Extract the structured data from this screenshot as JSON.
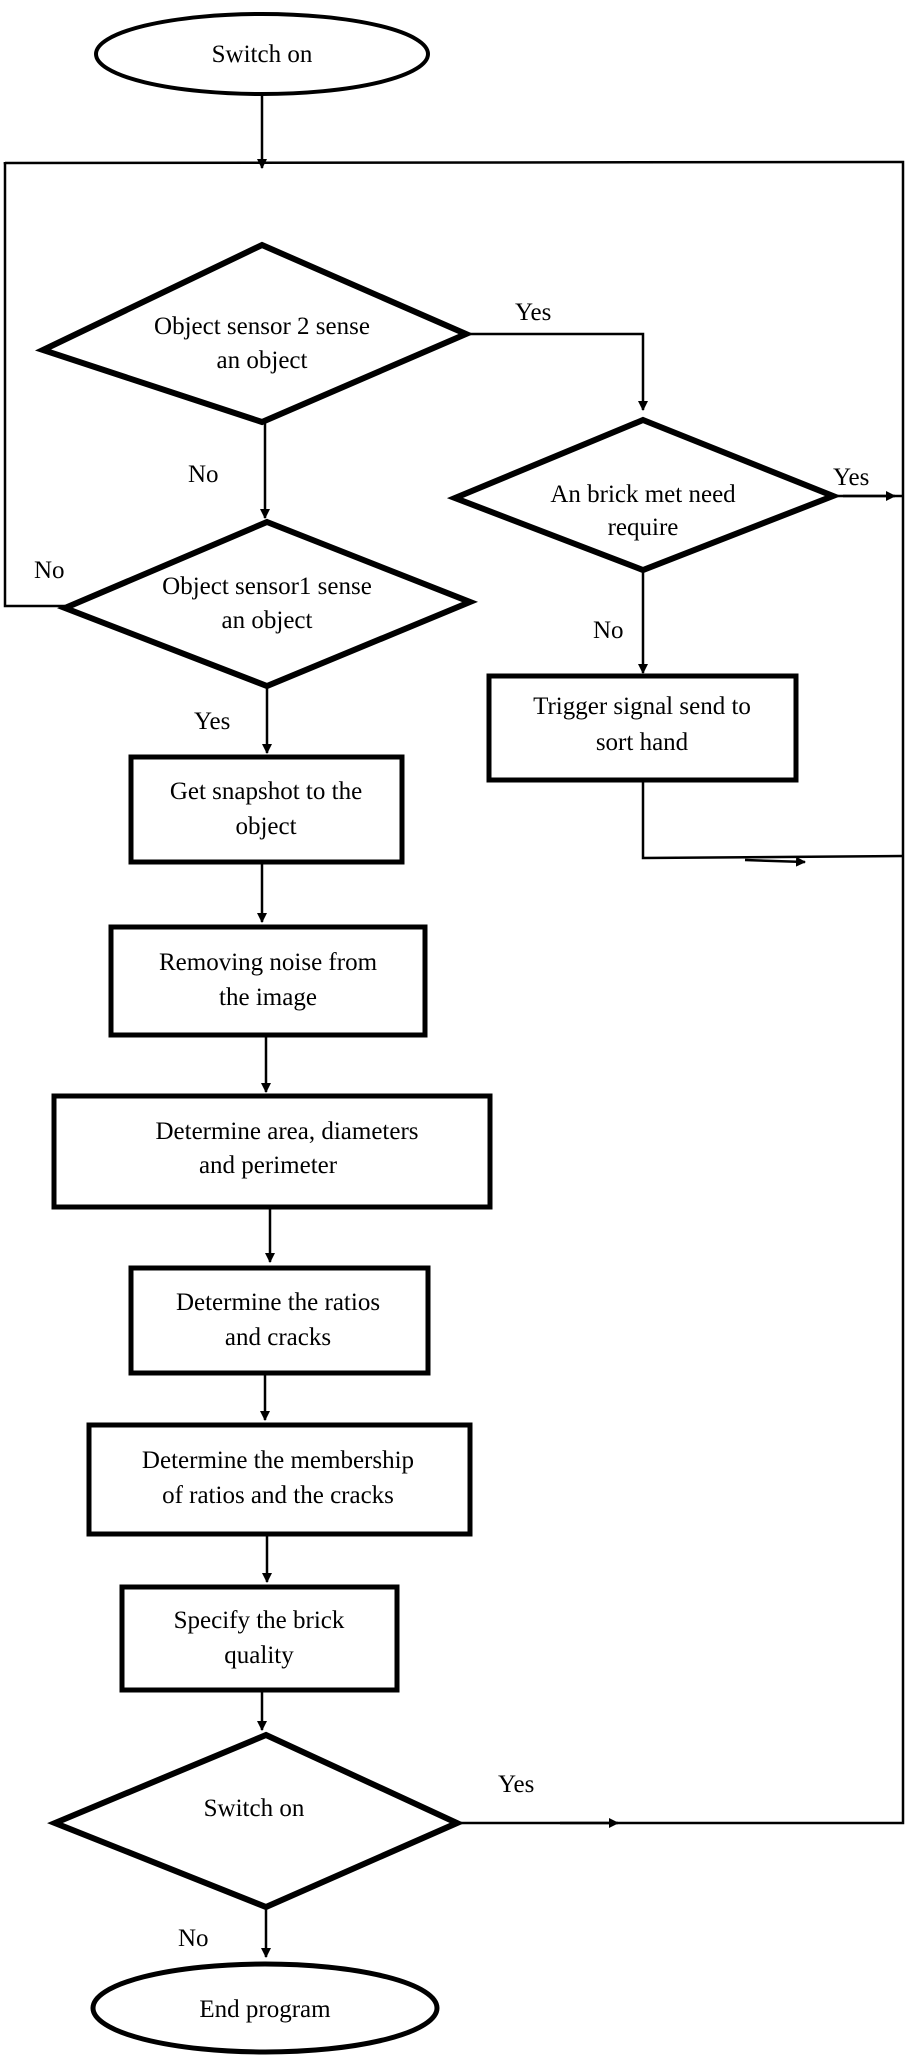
{
  "nodes": {
    "start": "Switch on",
    "sensor2": [
      "Object sensor 2 sense",
      "an object"
    ],
    "brick_check": [
      "An brick met need",
      "require"
    ],
    "sensor1": [
      "Object sensor1 sense",
      "an object"
    ],
    "trigger": [
      "Trigger signal send to",
      "sort hand"
    ],
    "snapshot": [
      "Get snapshot to the",
      "object"
    ],
    "noise": [
      "Removing noise from",
      "the image"
    ],
    "area": [
      "Determine area, diameters",
      "and perimeter"
    ],
    "ratios": [
      "Determine the ratios",
      "and cracks"
    ],
    "membership": [
      "Determine the membership",
      "of ratios and the cracks"
    ],
    "quality": [
      "Specify the brick",
      "quality"
    ],
    "switch_check": "Switch on",
    "end": "End program"
  },
  "edge_labels": {
    "sensor2_yes": "Yes",
    "sensor2_no": "No",
    "brick_yes": "Yes",
    "brick_no": "No",
    "sensor1_no": "No",
    "sensor1_yes": "Yes",
    "switch_yes": "Yes",
    "switch_no": "No"
  }
}
